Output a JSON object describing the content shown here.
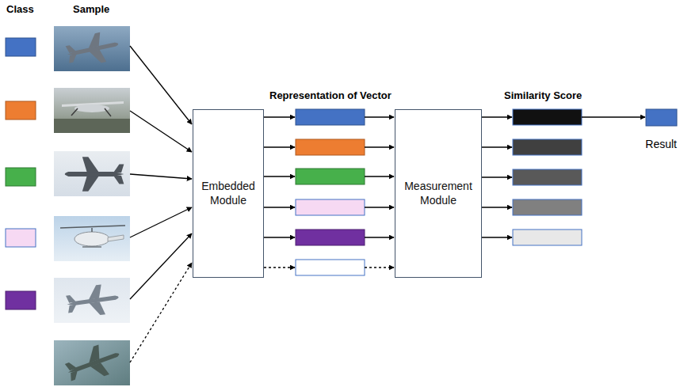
{
  "diagram": {
    "nodes": [
      {
        "text": [
          "Embedded Module"
        ]
      },
      {
        "text": [
          "Measurement Module"
        ]
      }
    ],
    "labels": [
      "Class",
      "Sample",
      "Representation of Vector",
      "Similarity Score",
      "Result"
    ]
  }
}
